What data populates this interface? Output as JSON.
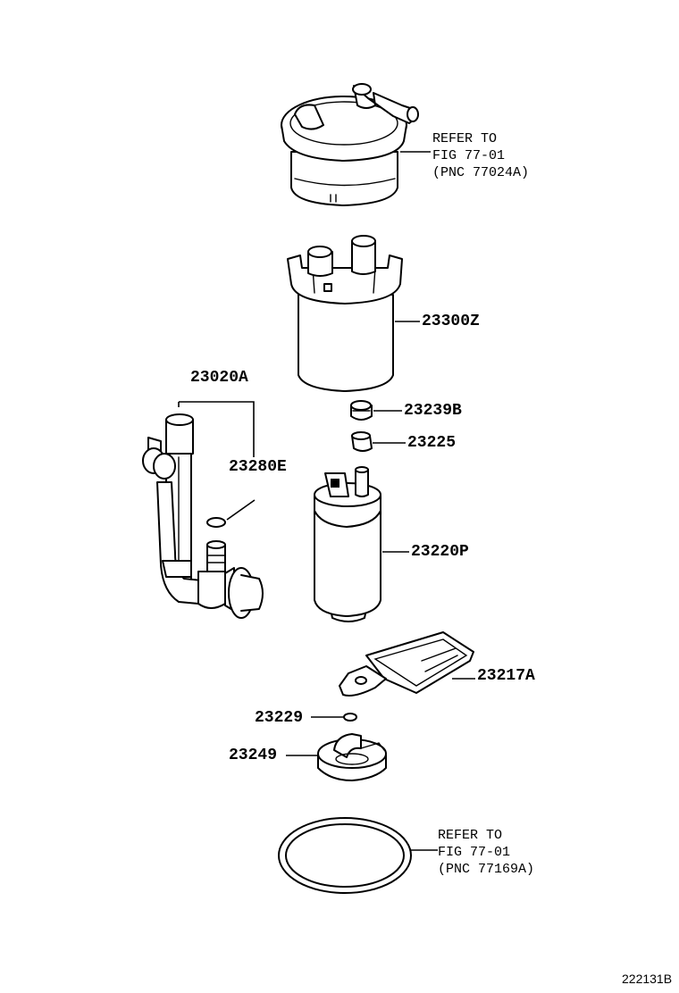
{
  "refs": {
    "top": {
      "line1": "REFER TO",
      "line2": "FIG 77-01",
      "line3": "(PNC 77024A)"
    },
    "bottom": {
      "line1": "REFER TO",
      "line2": "FIG 77-01",
      "line3": "(PNC 77169A)"
    }
  },
  "parts": {
    "p23300Z": "23300Z",
    "p23020A": "23020A",
    "p23239B": "23239B",
    "p23225": "23225",
    "p23280E": "23280E",
    "p23220P": "23220P",
    "p23217A": "23217A",
    "p23229": "23229",
    "p23249": "23249"
  },
  "diagram_code": "222131B"
}
